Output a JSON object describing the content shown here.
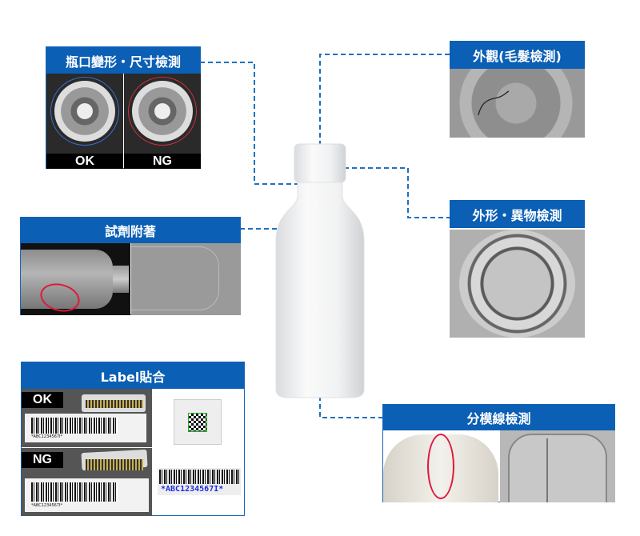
{
  "panels": {
    "neck": {
      "title": "瓶口變形・尺寸檢測",
      "ok": "OK",
      "ng": "NG"
    },
    "appearance": {
      "title": "外觀(毛髮檢測)"
    },
    "foreign": {
      "title": "外形・異物檢測"
    },
    "reagent": {
      "title": "試劑附著"
    },
    "label": {
      "title": "Label貼合",
      "ok": "OK",
      "ng": "NG",
      "barcode_text": "*ABC1234567I*",
      "barcode_small": "*ABC1234567I*"
    },
    "parting": {
      "title": "分模線檢測"
    }
  },
  "colors": {
    "header": "#0b5fb5",
    "line": "#1f6fc0",
    "highlight": "#e0183c"
  }
}
